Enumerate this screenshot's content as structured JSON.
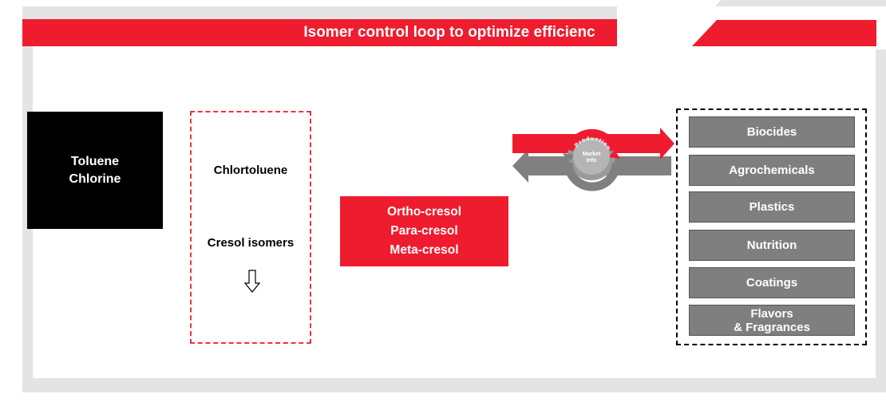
{
  "title": "Isomer control loop to optimize efficienc",
  "inputs": {
    "line1": "Toluene",
    "line2": "Chlorine"
  },
  "intermediate": {
    "line1": "Chlortoluene",
    "line2": "Cresol isomers"
  },
  "cresols": {
    "line1": "Ortho-cresol",
    "line2": "Para-cresol",
    "line3": "Meta-cresol"
  },
  "loop": {
    "production_label": "Production",
    "market_label_1": "Market",
    "market_label_2": "Info"
  },
  "products": [
    "Biocides",
    "Agrochemicals",
    "Plastics",
    "Nutrition",
    "Coatings",
    "Flavors\n& Fragrances"
  ],
  "colors": {
    "accent_red": "#ee1c2e",
    "gray_box": "#7f7f7f",
    "frame_gray": "#e4e4e4"
  }
}
